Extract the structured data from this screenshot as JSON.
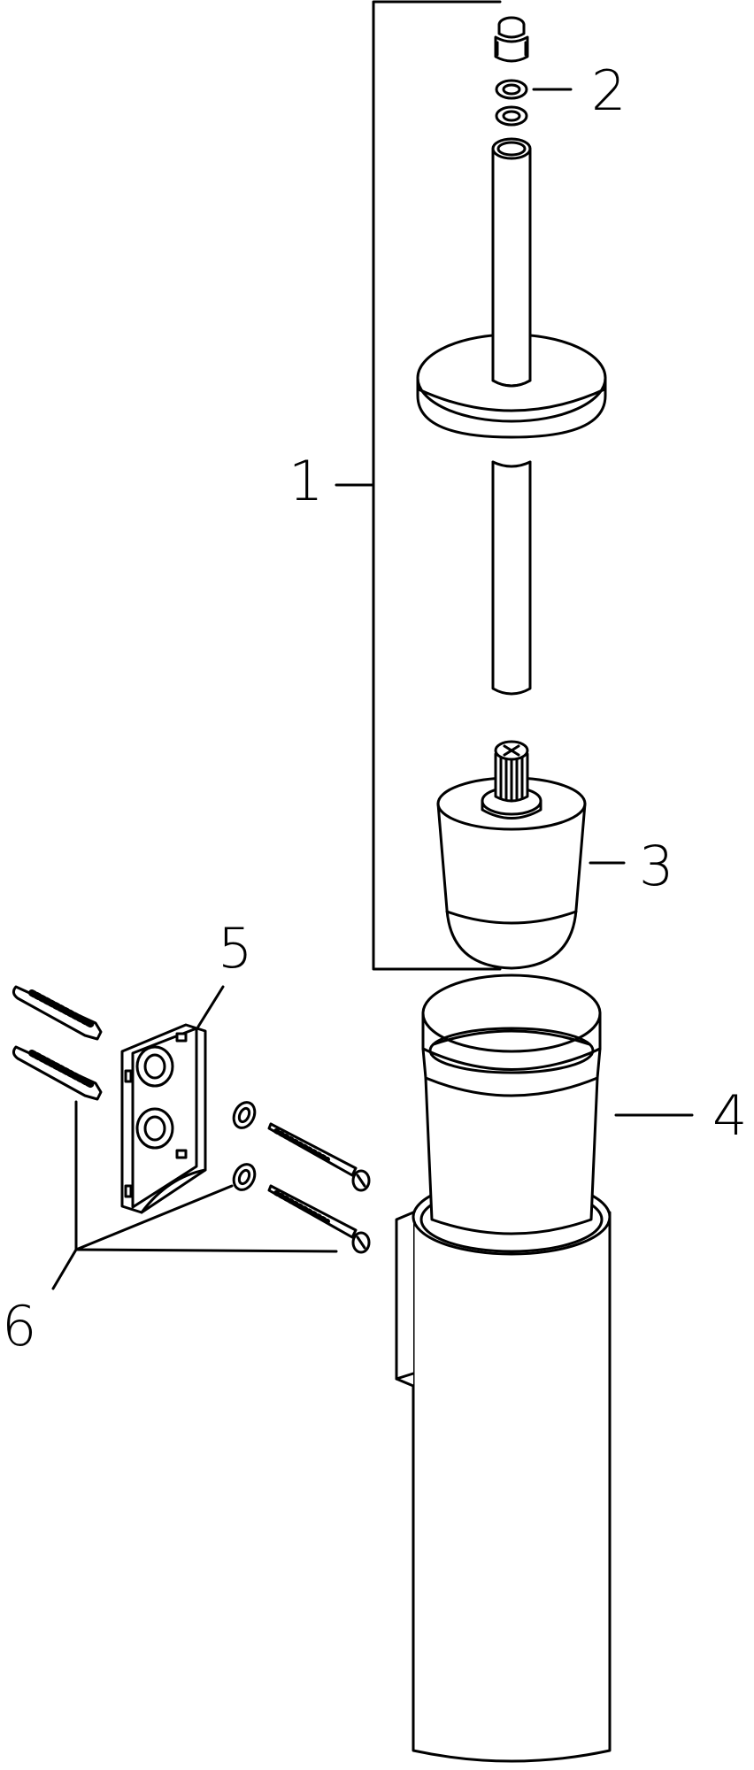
{
  "diagram": {
    "type": "exploded-parts-diagram",
    "callouts": [
      {
        "id": "1",
        "label": "1"
      },
      {
        "id": "2",
        "label": "2"
      },
      {
        "id": "3",
        "label": "3"
      },
      {
        "id": "4",
        "label": "4"
      },
      {
        "id": "5",
        "label": "5"
      },
      {
        "id": "6",
        "label": "6"
      }
    ],
    "colors": {
      "line": "#000000",
      "background": "#ffffff"
    }
  }
}
